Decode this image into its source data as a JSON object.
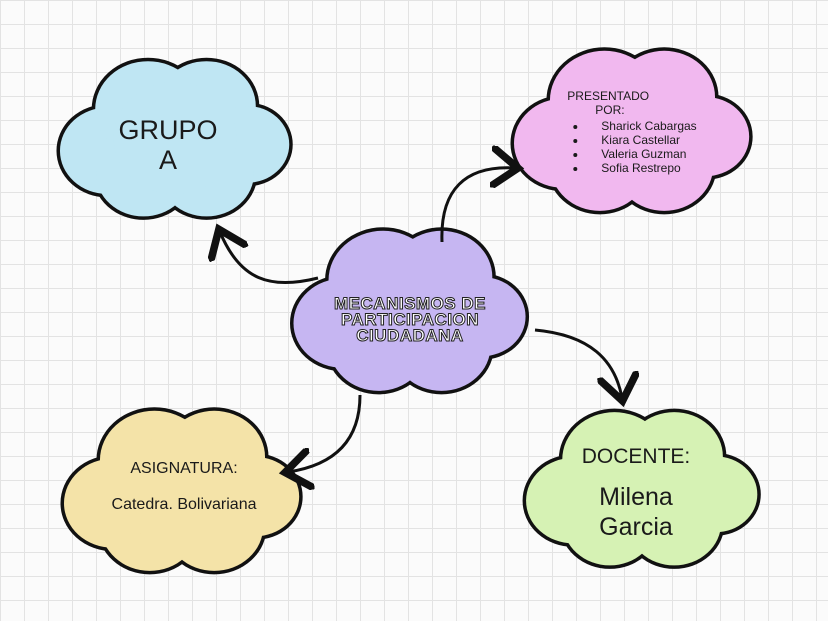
{
  "center": {
    "title_lines": [
      "MECANISMOS DE",
      "PARTICIPACION",
      "CIUDADANA"
    ],
    "color": "#c6b6f2"
  },
  "group": {
    "lines": [
      "GRUPO",
      "A"
    ],
    "color": "#bfe6f3"
  },
  "presented": {
    "label_lines": [
      "PRESENTADO",
      "POR:"
    ],
    "members": [
      "Sharick Cabargas",
      "Kiara Castellar",
      "Valeria Guzman",
      "Sofia Restrepo"
    ],
    "color": "#f1b8ef"
  },
  "subject": {
    "label": "ASIGNATURA:",
    "value": "Catedra. Bolivariana",
    "color": "#f4e3a8"
  },
  "teacher": {
    "label": "DOCENTE:",
    "value_lines": [
      "Milena",
      "Garcia"
    ],
    "color": "#d6f2b4"
  }
}
